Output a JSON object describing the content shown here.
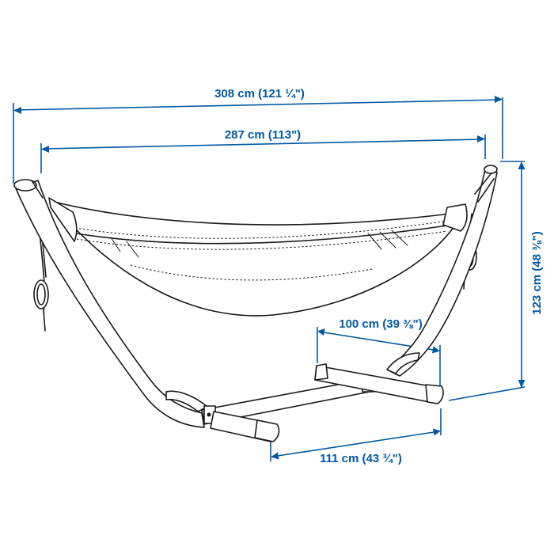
{
  "dimensions": {
    "overall_length": "308 cm (121 ¼\")",
    "hammock_length": "287 cm (113\")",
    "height": "123 cm (48 ⅜\")",
    "foot_width": "100 cm (39 ⅜\")",
    "base_length": "111 cm (43 ¾\")"
  },
  "colors": {
    "dimension": "#0058a3",
    "ink": "#1a1a1a",
    "background": "#ffffff"
  }
}
